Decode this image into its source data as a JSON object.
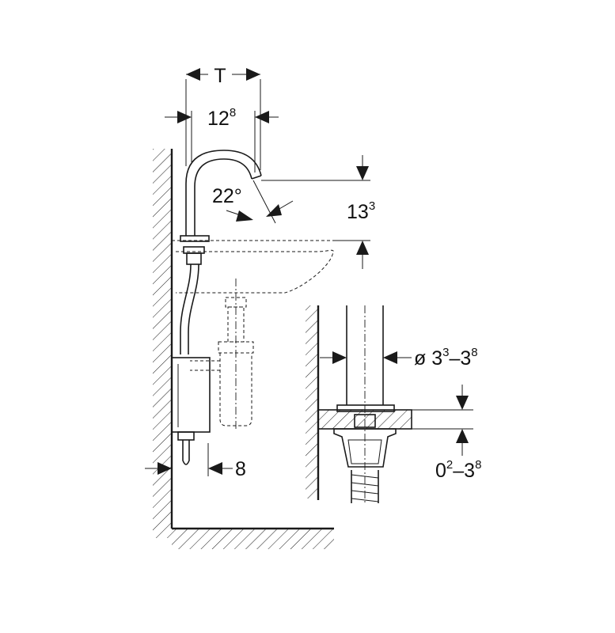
{
  "dimensions": {
    "spout_projection": "T",
    "spout_reach": {
      "base": "12",
      "sup": "8"
    },
    "angle": "22°",
    "spout_height": {
      "base": "13",
      "sup": "3"
    },
    "wall_gap": "8",
    "hole_diameter": {
      "prefix": "ø ",
      "a": "3",
      "a_sup": "3",
      "sep": "–",
      "b": "3",
      "b_sup": "8"
    },
    "counter_thickness": {
      "a": "0",
      "a_sup": "2",
      "sep": "–",
      "b": "3",
      "b_sup": "8"
    }
  }
}
